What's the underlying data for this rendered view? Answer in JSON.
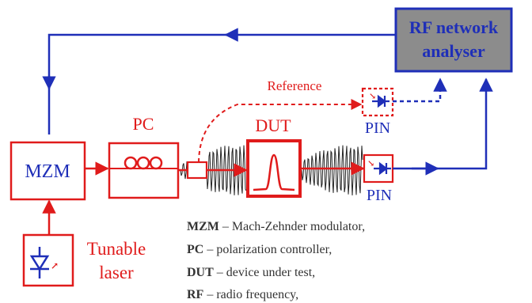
{
  "colors": {
    "blue": "#1f2fb8",
    "red": "#e01b1b",
    "analyser_fill": "#8c8c8c",
    "legend_text": "#333333"
  },
  "blocks": {
    "analyser": {
      "line1": "RF network",
      "line2": "analyser"
    },
    "mzm": {
      "label": "MZM"
    },
    "pc": {
      "label": "PC"
    },
    "dut": {
      "label": "DUT"
    },
    "laser": {
      "line1": "Tunable",
      "line2": "laser"
    },
    "pin_reference": {
      "label": "PIN"
    },
    "pin_main": {
      "label": "PIN"
    }
  },
  "reference_label": "Reference",
  "legend": [
    {
      "key": "MZM",
      "text": " – Mach-Zehnder modulator,"
    },
    {
      "key": "PC",
      "text": " – polarization controller,"
    },
    {
      "key": "DUT",
      "text": " – device under test,"
    },
    {
      "key": "RF",
      "text": " – radio frequency,"
    }
  ],
  "icons": {
    "photodiode": "photodiode-icon",
    "laser_diode": "laser-diode-icon",
    "fiber_loops": "fiber-loops-icon"
  }
}
